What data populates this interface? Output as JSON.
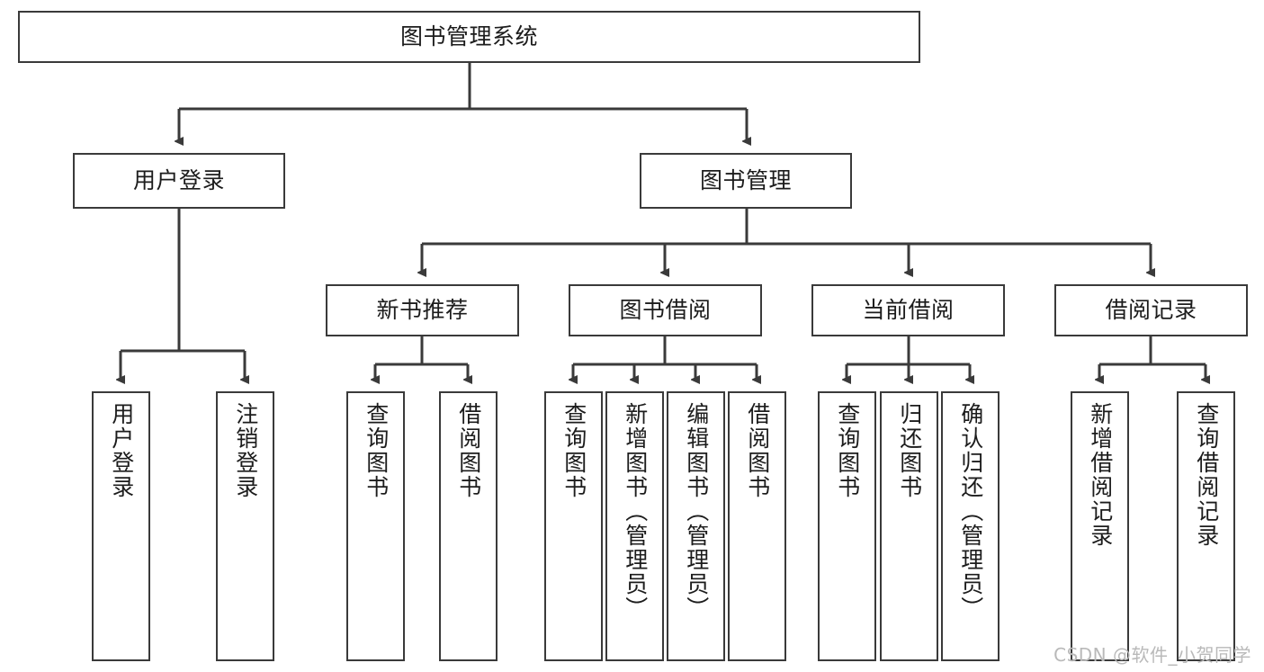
{
  "diagram": {
    "title": "图书管理系统",
    "type": "tree-hierarchy-diagram",
    "colors": {
      "box_border": "#3a3a3a",
      "box_fill": "#ffffff",
      "connector": "#3a3a3a",
      "text": "#1c1c1c",
      "watermark": "#b9b9b9",
      "background": "#ffffff"
    },
    "nodes": {
      "root": {
        "label": "图书管理系统"
      },
      "level2": [
        {
          "label": "用户登录"
        },
        {
          "label": "图书管理"
        }
      ],
      "level3": [
        {
          "label": "新书推荐"
        },
        {
          "label": "图书借阅"
        },
        {
          "label": "当前借阅"
        },
        {
          "label": "借阅记录"
        }
      ],
      "leaves": [
        {
          "label": "用户登录"
        },
        {
          "label": "注销登录"
        },
        {
          "label": "查询图书"
        },
        {
          "label": "借阅图书"
        },
        {
          "label": "查询图书"
        },
        {
          "label": "新增图书（管理员）"
        },
        {
          "label": "编辑图书（管理员）"
        },
        {
          "label": "借阅图书"
        },
        {
          "label": "查询图书"
        },
        {
          "label": "归还图书"
        },
        {
          "label": "确认归还（管理员）"
        },
        {
          "label": "新增借阅记录"
        },
        {
          "label": "查询借阅记录"
        }
      ]
    },
    "watermark": "CSDN @软件_小贺同学"
  }
}
